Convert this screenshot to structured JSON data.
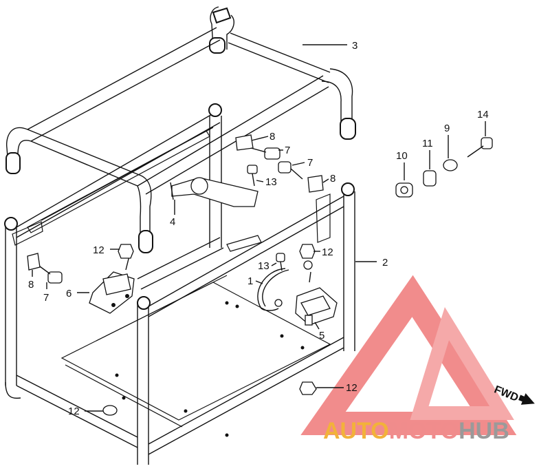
{
  "parts": {
    "p1": "1",
    "p2": "2",
    "p3": "3",
    "p4": "4",
    "p5": "5",
    "p6": "6",
    "p7a": "7",
    "p7b": "7",
    "p7c": "7",
    "p8a": "8",
    "p8b": "8",
    "p8c": "8",
    "p9": "9",
    "p10": "10",
    "p11": "11",
    "p12a": "12",
    "p12b": "12",
    "p12c": "12",
    "p12d": "12",
    "p13a": "13",
    "p13b": "13",
    "p14": "14"
  },
  "fwd_label": "FWD",
  "watermark": {
    "auto": "AUTO",
    "moto": "MOTO",
    "hub": "HUB"
  },
  "colors": {
    "line": "#111111",
    "wm_auto": "#f2b23a",
    "wm_moto": "#f08c8c",
    "wm_hub": "#9a9a9a",
    "wm_logo": "#f08080"
  }
}
